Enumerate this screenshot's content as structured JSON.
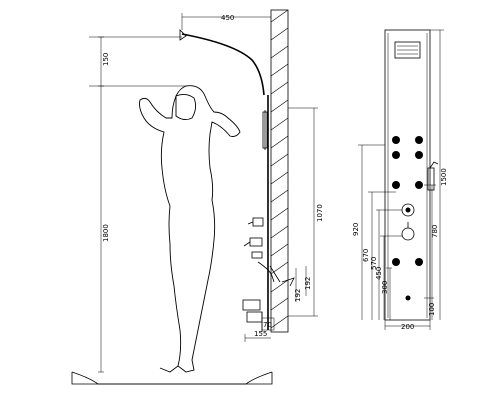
{
  "dimensions": {
    "arm_reach": "450",
    "head_drop": "150",
    "person_height": "1800",
    "panel_height_side": "1070",
    "label_192": "192",
    "label_192b": "192",
    "wall_offset": "70",
    "base_depth": "155",
    "front_920": "920",
    "front_670": "670",
    "front_570": "570",
    "front_450": "450",
    "front_300": "300",
    "front_1500": "1500",
    "front_780": "780",
    "front_100": "100",
    "panel_width": "200"
  },
  "colors": {
    "line": "#000000",
    "background": "#ffffff"
  },
  "icons": {
    "rain_head": "rain-shower-head-icon",
    "body_jet": "body-jet-icon",
    "valve": "mixing-valve-icon",
    "spout": "tub-spout-icon"
  }
}
